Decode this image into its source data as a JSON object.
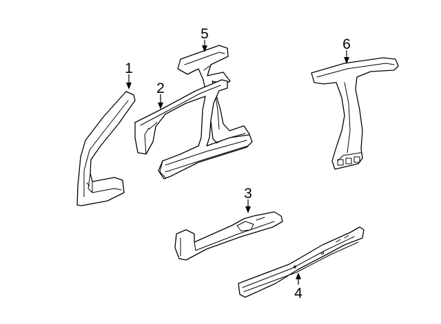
{
  "callouts": [
    {
      "id": "1",
      "label": "1"
    },
    {
      "id": "2",
      "label": "2"
    },
    {
      "id": "3",
      "label": "3"
    },
    {
      "id": "4",
      "label": "4"
    },
    {
      "id": "5",
      "label": "5"
    },
    {
      "id": "6",
      "label": "6"
    }
  ],
  "colors": {
    "line": "#000000",
    "fill": "#ffffff",
    "background": "#ffffff"
  }
}
